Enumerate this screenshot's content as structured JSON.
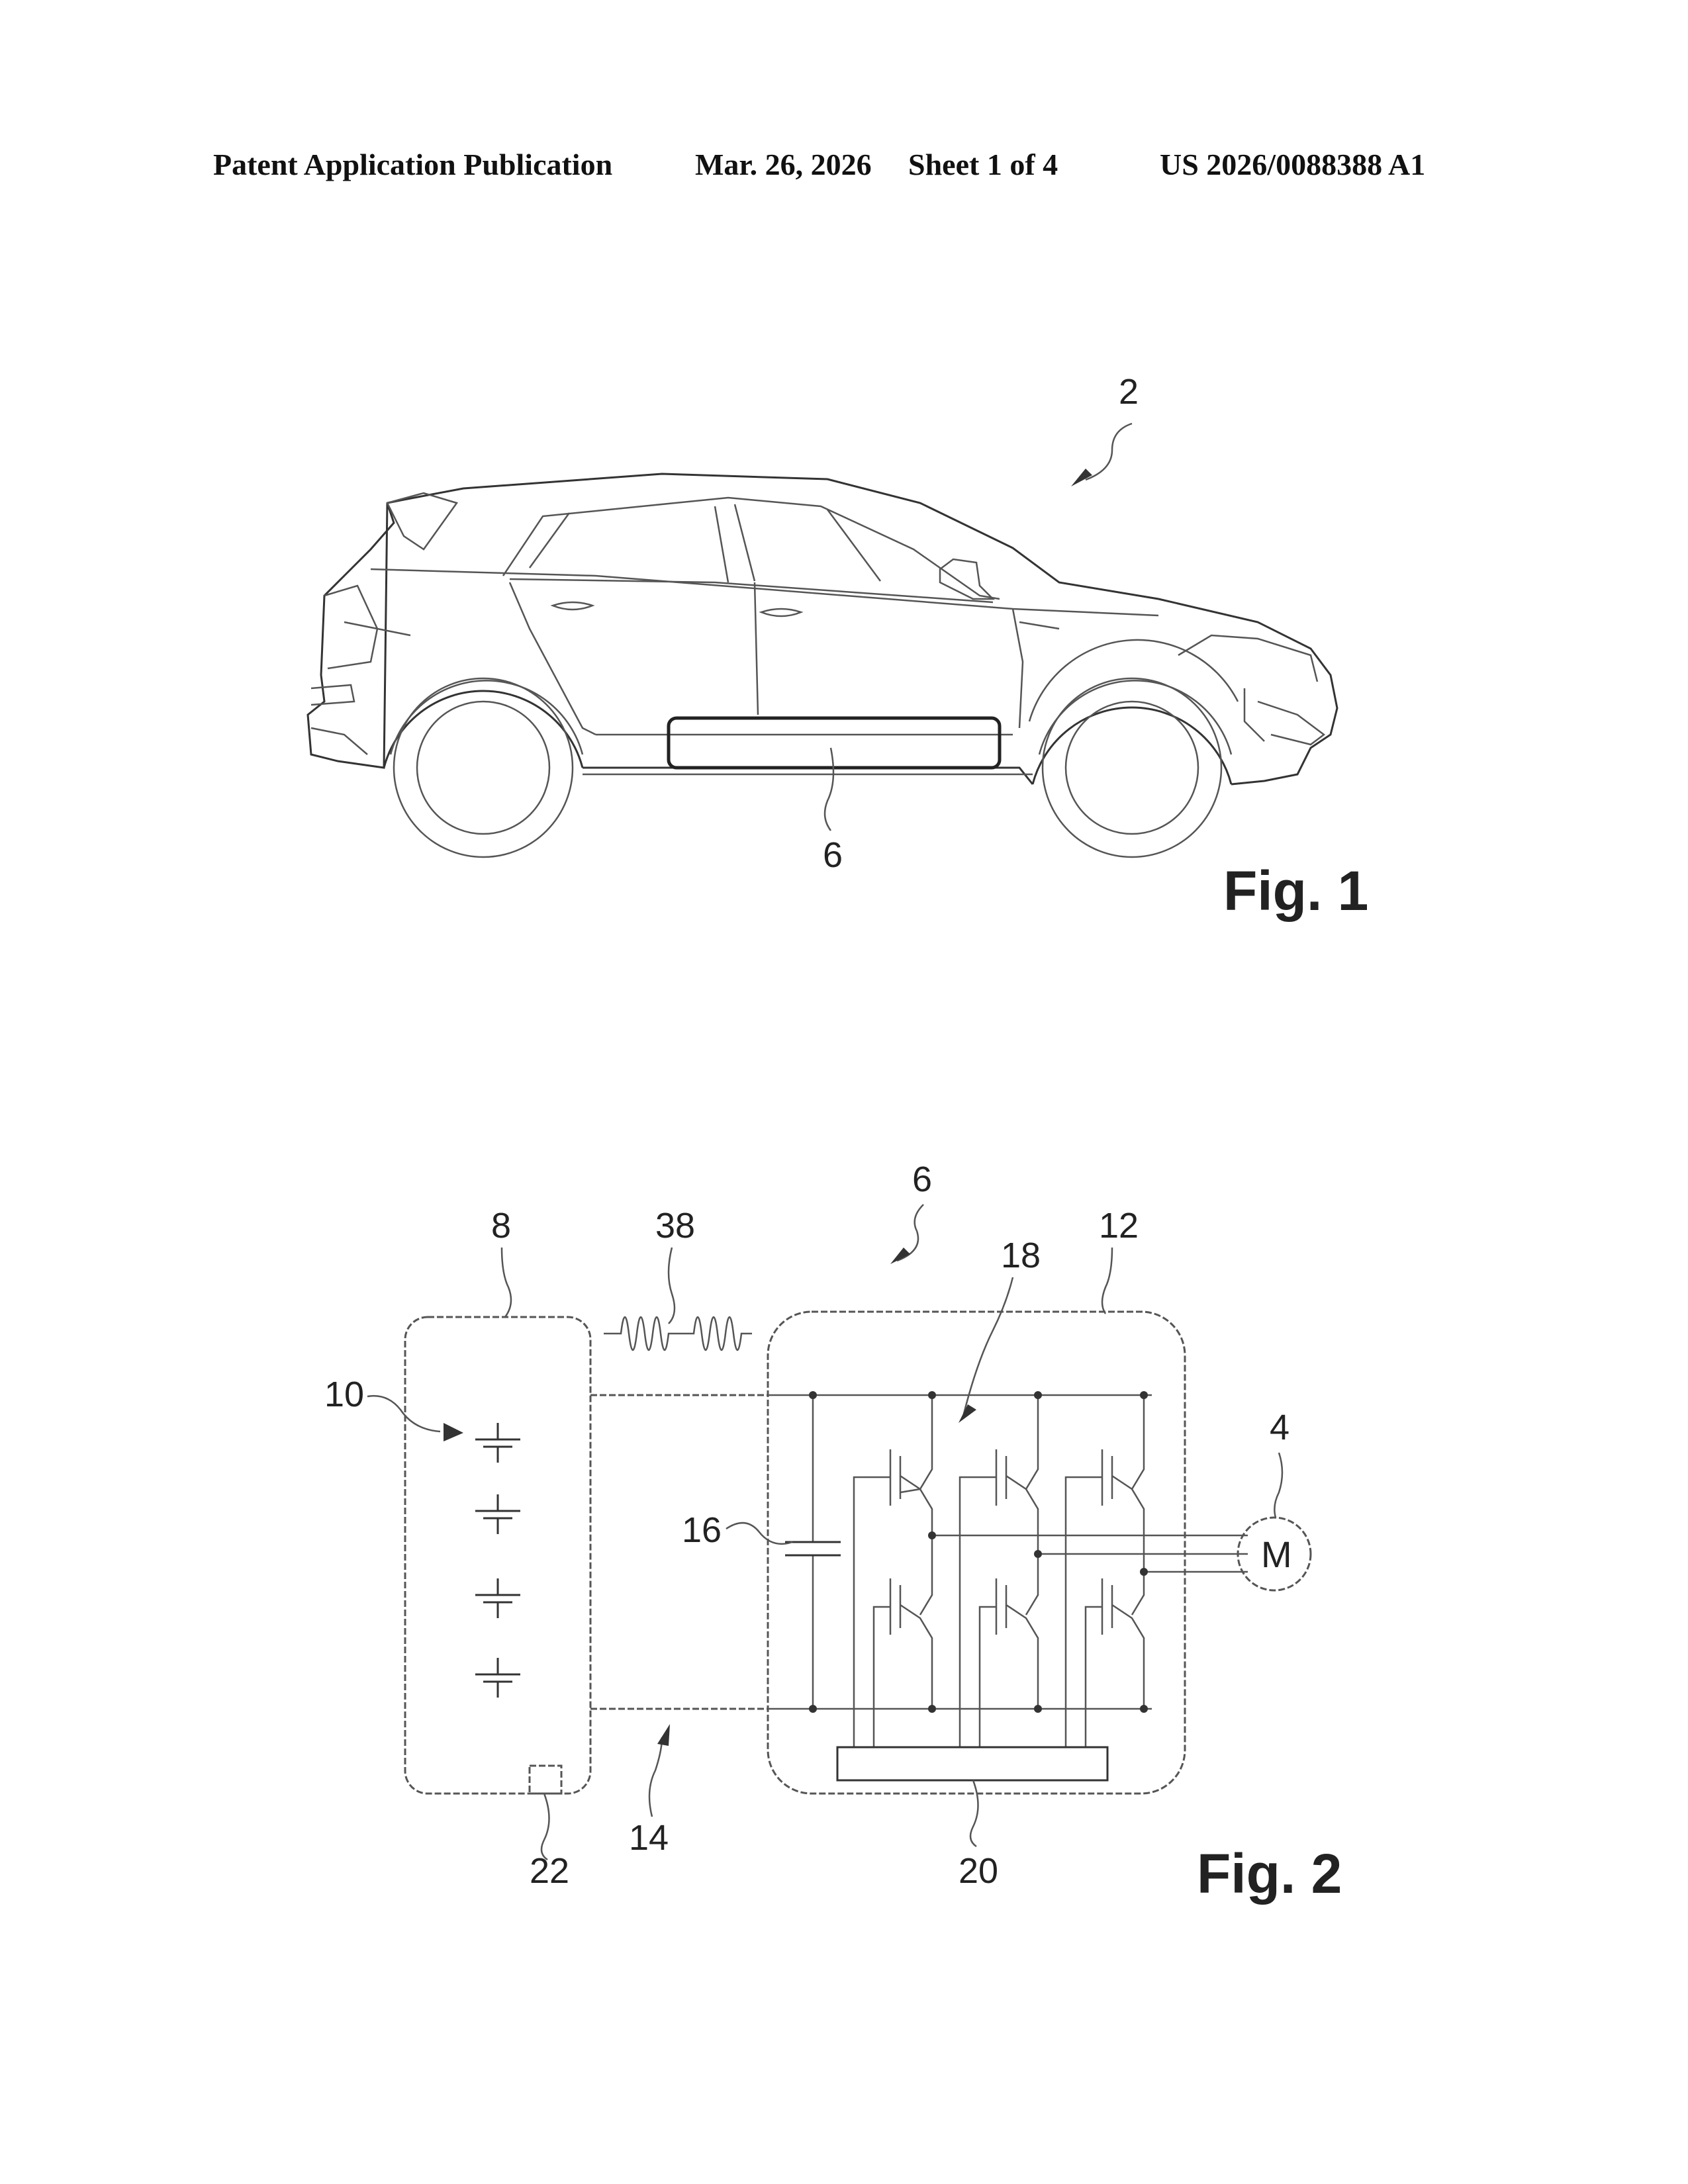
{
  "header": {
    "publication": "Patent Application Publication",
    "date": "Mar. 26, 2026",
    "sheet": "Sheet 1 of 4",
    "number": "US 2026/0088388 A1"
  },
  "figure1": {
    "label": "Fig. 1",
    "refs": {
      "vehicle": "2",
      "battery_system": "6"
    }
  },
  "figure2": {
    "label": "Fig. 2",
    "motor_symbol": "M",
    "refs": {
      "system": "6",
      "battery": "8",
      "cells": "10",
      "inverter": "12",
      "dc_link": "14",
      "capacitor": "16",
      "switches": "18",
      "controller": "20",
      "sensor": "22",
      "inductance": "38",
      "motor": "4"
    }
  }
}
